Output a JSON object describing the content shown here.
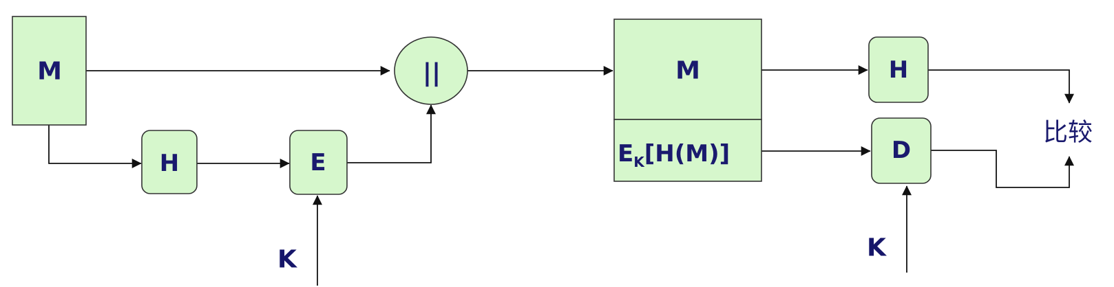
{
  "sender": {
    "message_label": "M",
    "hash_label": "H",
    "encrypt_label": "E",
    "key_label": "K",
    "concat_label": "||"
  },
  "packet": {
    "message_label": "M",
    "signature_main": "E",
    "signature_sub": "K",
    "signature_tail": "[H(M)]"
  },
  "receiver": {
    "hash_label": "H",
    "decrypt_label": "D",
    "key_label": "K",
    "compare_label": "比较"
  },
  "colors": {
    "box_fill": "#d6f7cc",
    "text": "#1a1a6e",
    "line": "#111111"
  }
}
